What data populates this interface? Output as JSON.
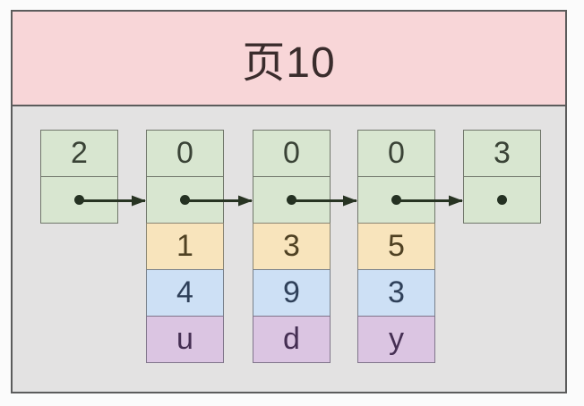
{
  "diagram": {
    "page_title": "页10",
    "nodes": [
      {
        "record_header": "2",
        "fields": []
      },
      {
        "record_header": "0",
        "fields": [
          "1",
          "4",
          "u"
        ]
      },
      {
        "record_header": "0",
        "fields": [
          "3",
          "9",
          "d"
        ]
      },
      {
        "record_header": "0",
        "fields": [
          "5",
          "3",
          "y"
        ]
      },
      {
        "record_header": "3",
        "fields": []
      }
    ],
    "colors": {
      "page_header_bg": "#f8d6d8",
      "canvas_bg": "#e3e2e2",
      "record_header_cell_bg": "#d8e6d0",
      "key_cell_bg": "#f8e4bc",
      "value_cell_bg": "#cde0f5",
      "char_cell_bg": "#dbc5e2",
      "arrow_color": "#283423"
    }
  }
}
